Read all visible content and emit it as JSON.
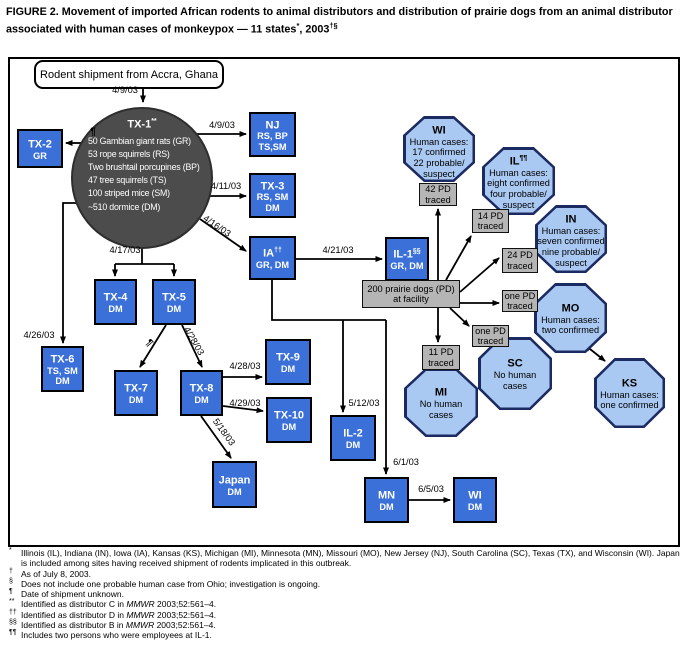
{
  "title": {
    "line1": "FIGURE 2. Movement of imported African rodents to animal distributors and distribution of prairie dogs from an animal distributor",
    "line2a": "associated with human cases of monkeypox — 11 states",
    "line2_sup1": "*",
    "line2b": ", 2003",
    "line2_sup2": "†§"
  },
  "diagram": {
    "source_box": "Rodent shipment from Accra, Ghana",
    "tx1": {
      "title": "TX-1",
      "sup": "**",
      "lines": "50 Gambian giant rats (GR)\n53 rope squirrels (RS)\nTwo brushtail porcupines (BP)\n47 tree squirrels (TS)\n100 striped mice (SM)\n~510 dormice (DM)"
    },
    "boxes": {
      "tx2": {
        "title": "TX-2",
        "sup": "",
        "sub": "GR"
      },
      "nj": {
        "title": "NJ",
        "sup": "",
        "sub": "RS, BP\nTS,SM"
      },
      "tx3": {
        "title": "TX-3",
        "sup": "",
        "sub": "RS, SM\nDM"
      },
      "ia": {
        "title": "IA",
        "sup": "††",
        "sub": "GR, DM"
      },
      "il1": {
        "title": "IL-1",
        "sup": "§§",
        "sub": "GR, DM"
      },
      "tx4": {
        "title": "TX-4",
        "sup": "",
        "sub": "DM"
      },
      "tx5": {
        "title": "TX-5",
        "sup": "",
        "sub": "DM"
      },
      "tx6": {
        "title": "TX-6",
        "sup": "",
        "sub": "TS, SM\nDM"
      },
      "tx7": {
        "title": "TX-7",
        "sup": "",
        "sub": "DM"
      },
      "tx8": {
        "title": "TX-8",
        "sup": "",
        "sub": "DM"
      },
      "tx9": {
        "title": "TX-9",
        "sup": "",
        "sub": "DM"
      },
      "tx10": {
        "title": "TX-10",
        "sup": "",
        "sub": "DM"
      },
      "japan": {
        "title": "Japan",
        "sup": "",
        "sub": "DM"
      },
      "il2": {
        "title": "IL-2",
        "sup": "",
        "sub": "DM"
      },
      "mn": {
        "title": "MN",
        "sup": "",
        "sub": "DM"
      },
      "wi": {
        "title": "WI",
        "sup": "",
        "sub": "DM"
      }
    },
    "octagons": {
      "wi": {
        "title": "WI",
        "sup": "",
        "lines": "Human cases:\n17 confirmed\n22 probable/\nsuspect"
      },
      "il": {
        "title": "IL",
        "sup": "¶¶",
        "lines": "Human cases:\neight confirmed\nfour probable/\nsuspect"
      },
      "in": {
        "title": "IN",
        "sup": "",
        "lines": "Human cases:\nseven confirmed\nnine probable/\nsuspect"
      },
      "mo": {
        "title": "MO",
        "sup": "",
        "lines": "Human cases:\ntwo confirmed"
      },
      "sc": {
        "title": "SC",
        "sup": "",
        "lines": "No human\ncases"
      },
      "mi": {
        "title": "MI",
        "sup": "",
        "lines": "No human\ncases"
      },
      "ks": {
        "title": "KS",
        "sup": "",
        "lines": "Human cases:\none confirmed"
      }
    },
    "gray": {
      "pd200": "200 prairie dogs (PD)\nat facility",
      "pd42": "42 PD\ntraced",
      "pd14": "14 PD\ntraced",
      "pd24": "24 PD\ntraced",
      "pd1mo": "one PD\ntraced",
      "pd1sc": "one PD\ntraced",
      "pd11": "11 PD\ntraced"
    },
    "labels": {
      "ship": "4/9/03",
      "tx2": "¶",
      "nj": "4/9/03",
      "tx3": "4/11/03",
      "ia": "4/16/03",
      "tx45": "4/17/03",
      "tx6": "4/26/03",
      "tx7": "¶",
      "tx8": "4/28/03",
      "tx9": "4/28/03",
      "tx10": "4/29/03",
      "japan": "5/18/03",
      "il1": "4/21/03",
      "il2": "5/12/03",
      "mn": "6/1/03",
      "wi": "6/5/03"
    },
    "colors": {
      "box_blue": "#3B70D8",
      "octagon_fill": "#A9C8F2",
      "octagon_border": "#1B2A60",
      "gray_box": "#B5B5B5",
      "circle_gray": "#4C4C4C"
    }
  },
  "footnotes": [
    {
      "marker": "*",
      "pre": "Illinois (IL), Indiana (IN), Iowa (IA), Kansas (KS), Michigan (MI), Minnesota (MN), Missouri (MO), New Jersey (NJ), South Carolina (SC), Texas (TX), and Wisconsin (WI). Japan is included among sites having received shipment of rodents implicated in this outbreak.",
      "italic": "",
      "post": ""
    },
    {
      "marker": "†",
      "pre": "As of July 8, 2003.",
      "italic": "",
      "post": ""
    },
    {
      "marker": "§",
      "pre": "Does not include one probable human case from Ohio; investigation is ongoing.",
      "italic": "",
      "post": ""
    },
    {
      "marker": "¶",
      "pre": "Date of shipment unknown.",
      "italic": "",
      "post": ""
    },
    {
      "marker": "**",
      "pre": "Identified as distributor C in ",
      "italic": "MMWR",
      "post": " 2003;52:561–4."
    },
    {
      "marker": "††",
      "pre": "Identified as distributor D in ",
      "italic": "MMWR",
      "post": " 2003;52:561–4."
    },
    {
      "marker": "§§",
      "pre": "Identified as distributor B in ",
      "italic": "MMWR",
      "post": " 2003;52:561–4."
    },
    {
      "marker": "¶¶",
      "pre": "Includes two persons who were employees at IL-1.",
      "italic": "",
      "post": ""
    }
  ]
}
